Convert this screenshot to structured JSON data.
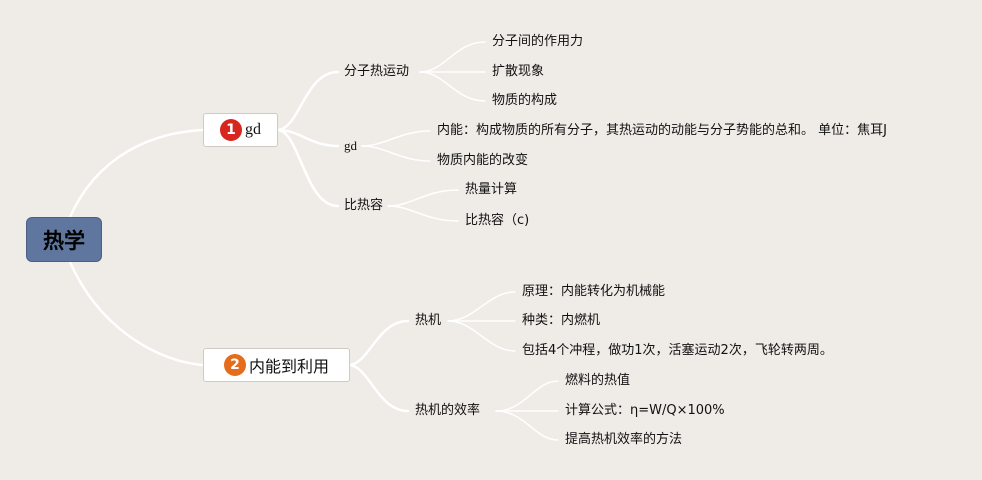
{
  "root": {
    "label": "热学"
  },
  "branch1": {
    "badge": "1",
    "label": "gd",
    "children": [
      {
        "label": "分子热运动",
        "children": [
          "分子间的作用力",
          "扩散现象",
          "物质的构成"
        ]
      },
      {
        "label": "gd",
        "children": [
          "内能：构成物质的所有分子，其热运动的动能与分子势能的总和。 单位：焦耳J",
          "物质内能的改变"
        ]
      },
      {
        "label": "比热容",
        "children": [
          "热量计算",
          "比热容（c)"
        ]
      }
    ]
  },
  "branch2": {
    "badge": "2",
    "label": "内能到利用",
    "children": [
      {
        "label": "热机",
        "children": [
          "原理：内能转化为机械能",
          "种类：内燃机",
          "包括4个冲程，做功1次，活塞运动2次，飞轮转两周。"
        ]
      },
      {
        "label": "热机的效率",
        "children": [
          "燃料的热值",
          "计算公式：η=W/Q×100%",
          "提高热机效率的方法"
        ]
      }
    ]
  }
}
